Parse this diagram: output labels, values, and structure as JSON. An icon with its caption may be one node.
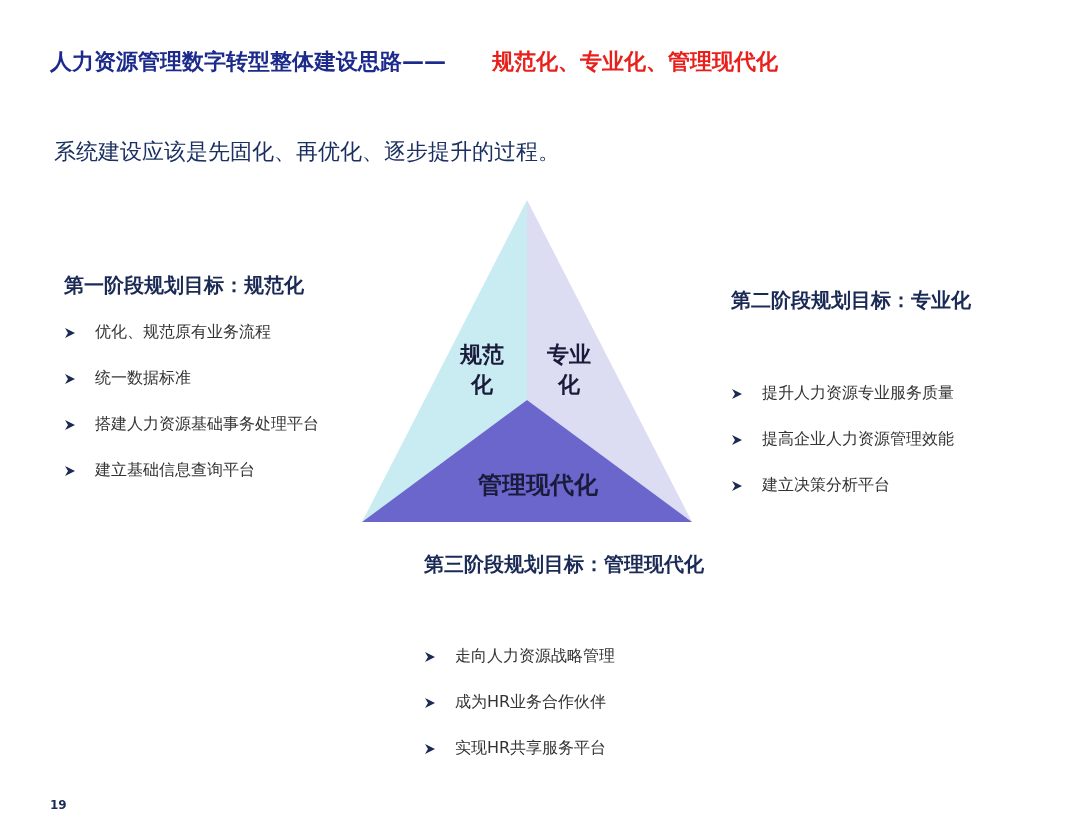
{
  "diagram": {
    "title": "人力资源管理数字转型整体建设思路——",
    "nodes": [
      {
        "text": [
          "规范化"
        ]
      },
      {
        "text": [
          "专业化"
        ]
      },
      {
        "text": [
          "管理现代化"
        ]
      }
    ],
    "edges": [],
    "labels": [
      "规范化、专业化、管理现代化",
      "系统建设应该是先固化、再优化、逐步提升的过程。",
      "第一阶段规划目标：规范化",
      "优化、规范原有业务流程",
      "统一数据标准",
      "搭建人力资源基础事务处理平台",
      "建立基础信息查询平台",
      "第二阶段规划目标：专业化",
      "提升人力资源专业服务质量",
      "提高企业人力资源管理效能",
      "建立决策分析平台",
      "第三阶段规划目标：管理现代化",
      "走向人力资源战略管理",
      "成为HR业务合作伙伴",
      "实现HR共享服务平台",
      "19"
    ]
  }
}
